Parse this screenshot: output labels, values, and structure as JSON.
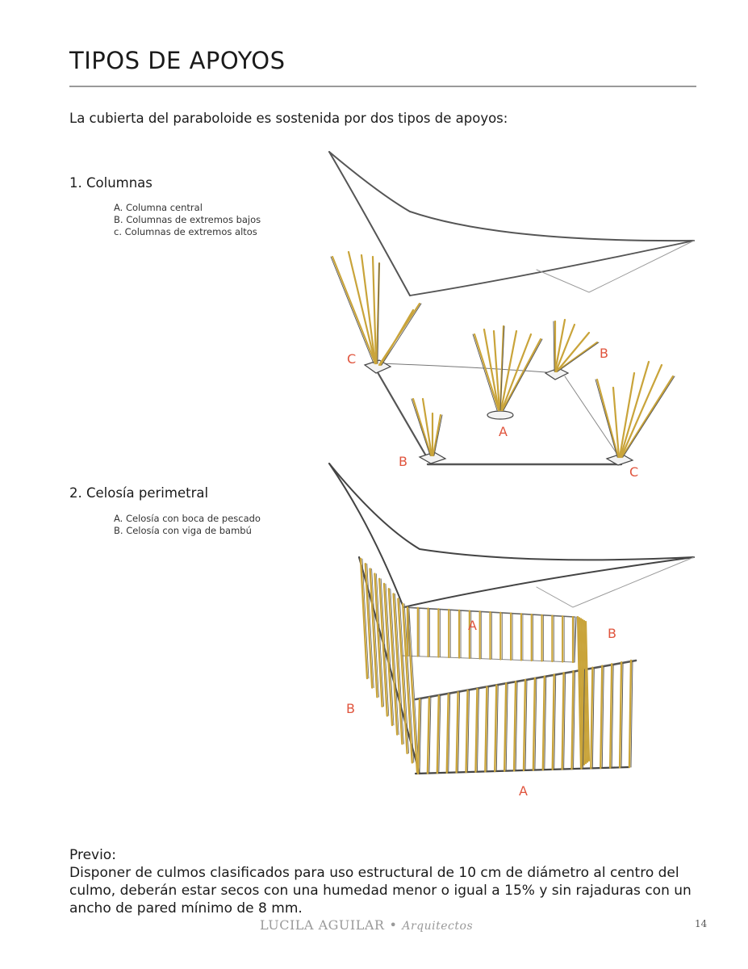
{
  "title": "TIPOS DE APOYOS",
  "intro": "La cubierta del paraboloide es sostenida por dos tipos de apoyos:",
  "section1": {
    "heading": "1. Columnas",
    "items": [
      "A. Columna central",
      "B. Columnas de extremos bajos",
      "c. Columnas de extremos altos"
    ]
  },
  "section2": {
    "heading": "2. Celosía perimetral",
    "items": [
      "A. Celosía con boca de pescado",
      "B. Celosía con viga de bambú"
    ]
  },
  "sketch1_labels": {
    "c_left": "C",
    "b_right": "B",
    "a_center": "A",
    "b_bottom": "B",
    "c_bottom": "C"
  },
  "sketch2_labels": {
    "a_top": "A",
    "b_right": "B",
    "b_left": "B",
    "a_bottom": "A"
  },
  "previo": {
    "heading": "Previo:",
    "text": "Disponer de culmos clasificados para uso estructural de 10 cm de diámetro al centro del culmo, deberán estar secos con una humedad menor o igual a 15% y sin rajaduras con un ancho de pared mínimo de 8 mm."
  },
  "footer": {
    "brand": "LUCILA AGUILAR",
    "separator": "•",
    "sub": "Arquitectos",
    "page": "14"
  },
  "colors": {
    "label": "#e0553e",
    "bamboo": "#c9a43a",
    "rule": "#9a9a9a"
  }
}
